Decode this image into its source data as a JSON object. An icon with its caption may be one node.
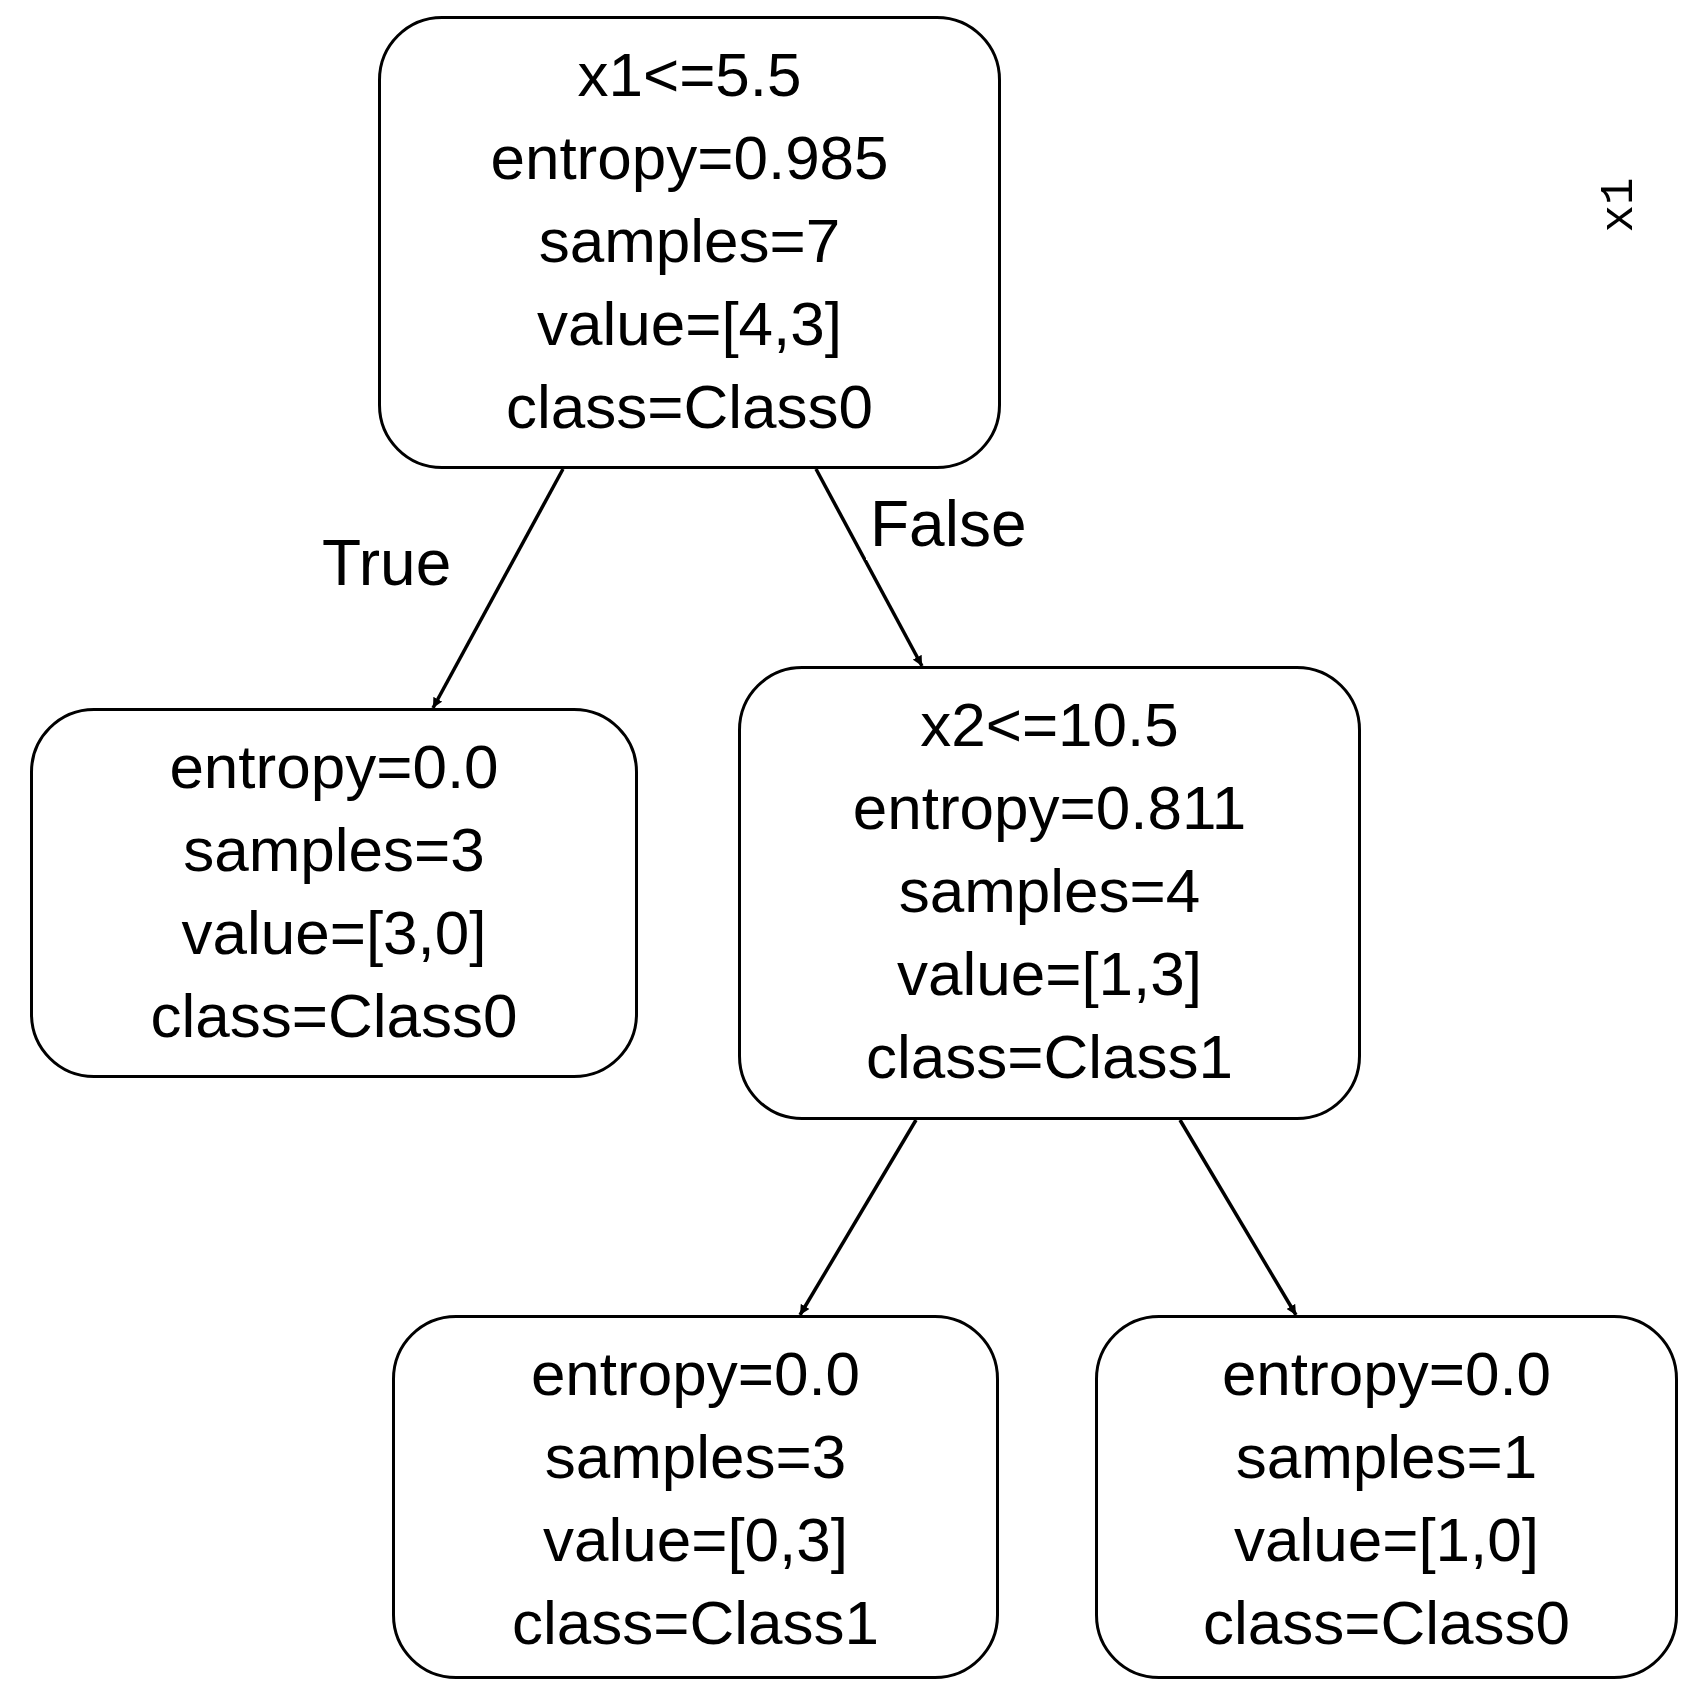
{
  "diagram": {
    "nodes": [
      {
        "text": [
          "x1<=5.5",
          "entropy=0.985",
          "samples=7",
          "value=[4,3]",
          "class=Class0"
        ]
      },
      {
        "text": [
          "entropy=0.0",
          "samples=3",
          "value=[3,0]",
          "class=Class0"
        ]
      },
      {
        "text": [
          "x2<=10.5",
          "entropy=0.811",
          "samples=4",
          "value=[1,3]",
          "class=Class1"
        ]
      },
      {
        "text": [
          "entropy=0.0",
          "samples=3",
          "value=[0,3]",
          "class=Class1"
        ]
      },
      {
        "text": [
          "entropy=0.0",
          "samples=1",
          "value=[1,0]",
          "class=Class0"
        ]
      }
    ],
    "edges": [
      {
        "from": 0,
        "to": 1,
        "arrow": "to",
        "label": "True"
      },
      {
        "from": 0,
        "to": 2,
        "arrow": "to",
        "label": "False"
      },
      {
        "from": 2,
        "to": 3,
        "arrow": "to"
      },
      {
        "from": 2,
        "to": 4,
        "arrow": "to"
      }
    ],
    "labels": [
      "x1"
    ]
  }
}
